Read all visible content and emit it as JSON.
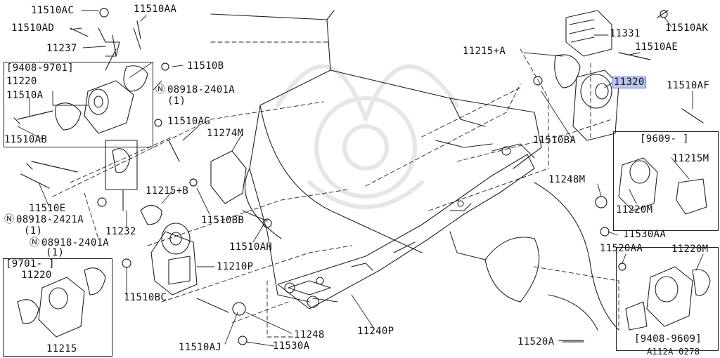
{
  "diagram": {
    "figure_code": "A112A 0278",
    "highlighted_part": "11320",
    "highlight_color": "#b9c3ee",
    "callouts": {
      "c11510AC": "11510AC",
      "c11510AA": "11510AA",
      "c11510AD": "11510AD",
      "c11237": "11237",
      "c11510B": "11510B",
      "c9408_9701": "[9408-9701]",
      "c11220_top": "11220",
      "c11510A": "11510A",
      "c08918_2401A_top": "08918-2401A",
      "c08918_2401A_top_qty": "(1)",
      "c11510AB": "11510AB",
      "c11510AG": "11510AG",
      "c11274M": "11274M",
      "c11510E": "11510E",
      "c08918_2421A": "08918-2421A",
      "c08918_2421A_qty": "(1)",
      "c11232": "11232",
      "c11215_B": "11215+B",
      "c11510BB": "11510BB",
      "c08918_2401A_bot": "08918-2401A",
      "c08918_2401A_bot_qty": "(1)",
      "c9701": "[9701-   ]",
      "c11220_mid": "11220",
      "c11510AH": "11510AH",
      "c11210P": "11210P",
      "c11510BC": "11510BC",
      "c11215": "11215",
      "c11248": "11248",
      "c11240P": "11240P",
      "c11510AJ": "11510AJ",
      "c11530A": "11530A",
      "c11331": "11331",
      "c11510AK": "11510AK",
      "c11215_A": "11215+A",
      "c11510AE": "11510AE",
      "c11320": "11320",
      "c11510AF": "11510AF",
      "c11510BA": "11510BA",
      "c9609": "[9609-    ]",
      "c11215M": "11215M",
      "c11248M": "11248M",
      "c11220M_right": "11220M",
      "c11530AA": "11530AA",
      "c11520AA": "11520AA",
      "c11220M_bot": "11220M",
      "c11520A": "11520A",
      "c9408_9609": "[9408-9609]"
    }
  }
}
